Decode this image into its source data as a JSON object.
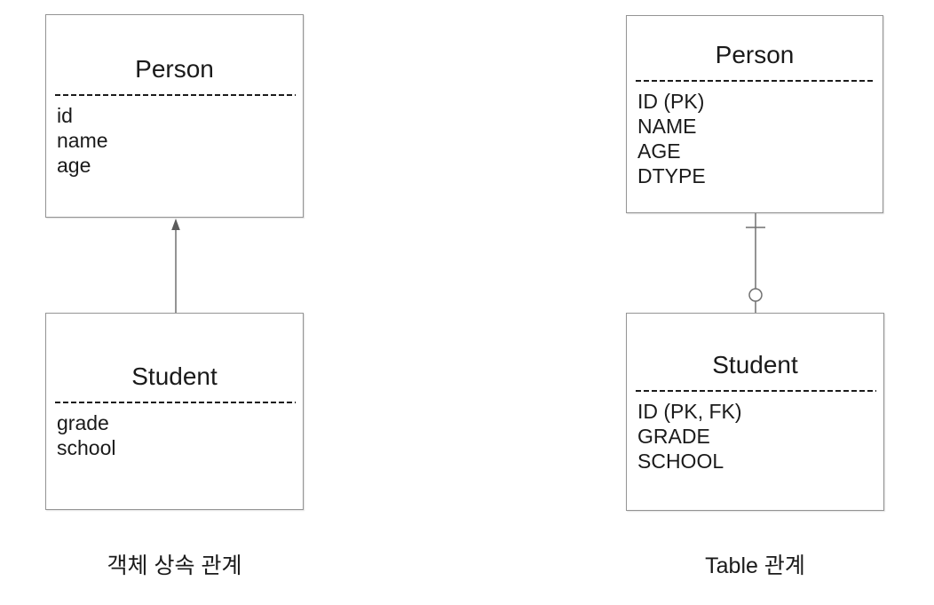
{
  "diagrams": [
    {
      "caption": "객체 상속 관계",
      "connector": "inheritance-arrow",
      "entities": [
        {
          "title": "Person",
          "fields": [
            "id",
            "name",
            "age"
          ]
        },
        {
          "title": "Student",
          "fields": [
            "grade",
            "school"
          ]
        }
      ]
    },
    {
      "caption": "Table 관계",
      "connector": "one-to-zero-or-one",
      "entities": [
        {
          "title": "Person",
          "fields": [
            "ID (PK)",
            "NAME",
            "AGE",
            "DTYPE"
          ]
        },
        {
          "title": "Student",
          "fields": [
            "ID (PK, FK)",
            "GRADE",
            "SCHOOL"
          ]
        }
      ]
    }
  ],
  "colors": {
    "line": "#707070",
    "arrowhead": "#5c5c5c",
    "border": "#949494",
    "text": "#1a1a1a"
  }
}
